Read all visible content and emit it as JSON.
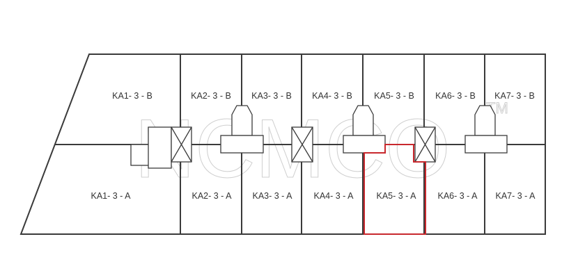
{
  "plan": {
    "watermark": "NCMCO",
    "watermark_mark": "TM",
    "highlight_color": "#c8282d",
    "highlighted_unit": "KA5- 3 - A",
    "units_b": [
      "KA1- 3 - B",
      "KA2- 3 - B",
      "KA3- 3 - B",
      "KA4- 3 - B",
      "KA5- 3 - B",
      "KA6- 3 - B",
      "KA7- 3 - B"
    ],
    "units_a": [
      "KA1- 3 - A",
      "KA2- 3 - A",
      "KA3- 3 - A",
      "KA4- 3 - A",
      "KA5- 3 - A",
      "KA6- 3 - A",
      "KA7- 3 - A"
    ]
  }
}
